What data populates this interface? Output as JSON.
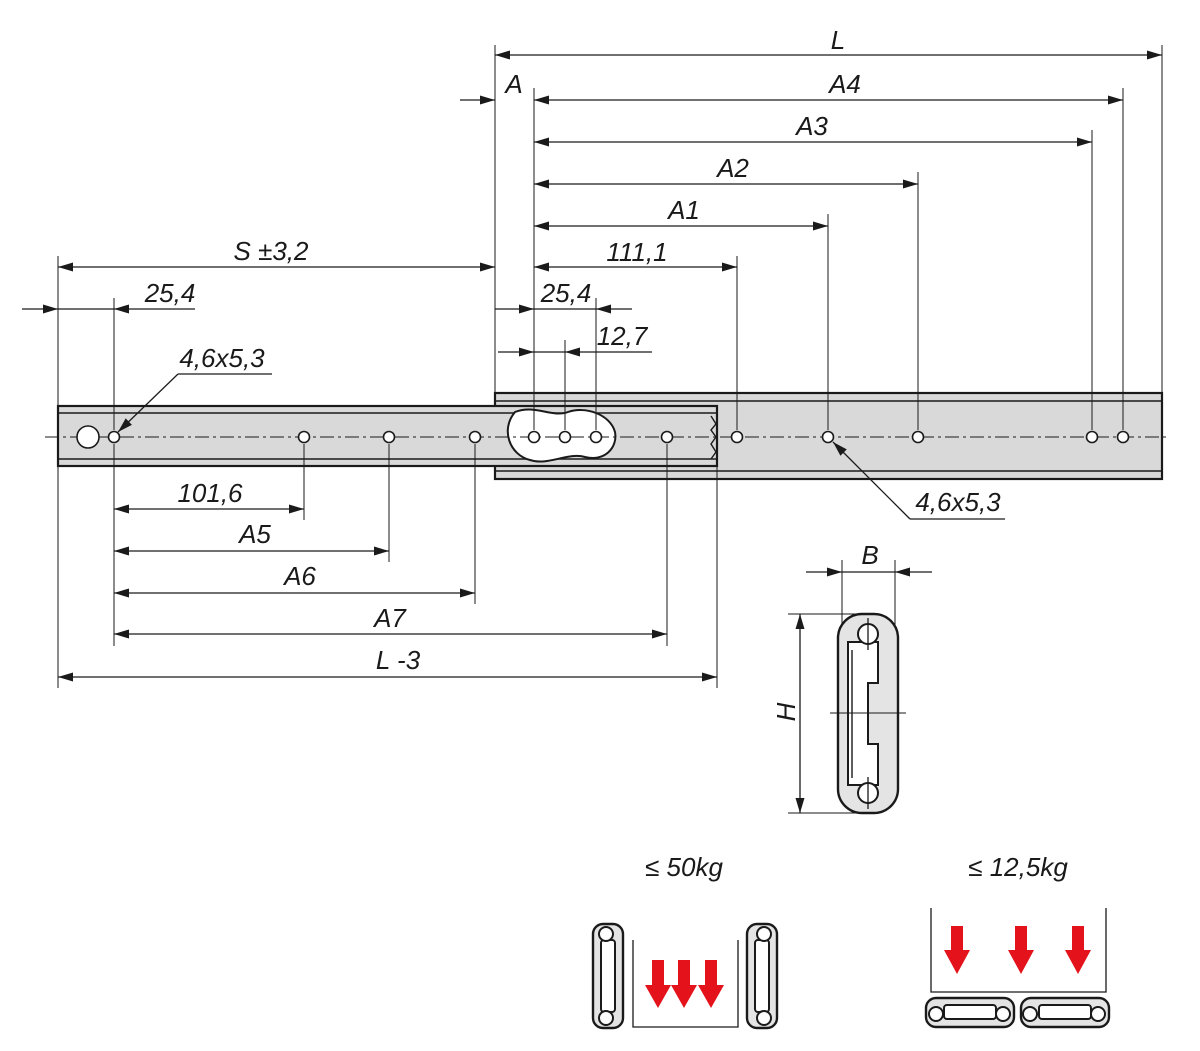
{
  "side_view": {
    "dimensions": {
      "L": "L",
      "A": "A",
      "A4": "A4",
      "A3": "A3",
      "A2": "A2",
      "A1": "A1",
      "pitch_111": "111,1",
      "stroke_S": "S ±3,2",
      "left_offset": "25,4",
      "mid_offset": "25,4",
      "mid_pitch": "12,7",
      "hole_left": "4,6x5,3",
      "hole_right": "4,6x5,3",
      "pitch_101": "101,6",
      "A5": "A5",
      "A6": "A6",
      "A7": "A7",
      "L_minus": "L -3"
    }
  },
  "section_view": {
    "width_label": "B",
    "height_label": "H"
  },
  "load_cases": {
    "vertical_mount": "≤ 50kg",
    "horizontal_mount": "≤ 12,5kg"
  },
  "colors": {
    "line": "#1a1a1a",
    "rail_fill": "#d9d9d9",
    "load_arrow": "#e3121b"
  }
}
